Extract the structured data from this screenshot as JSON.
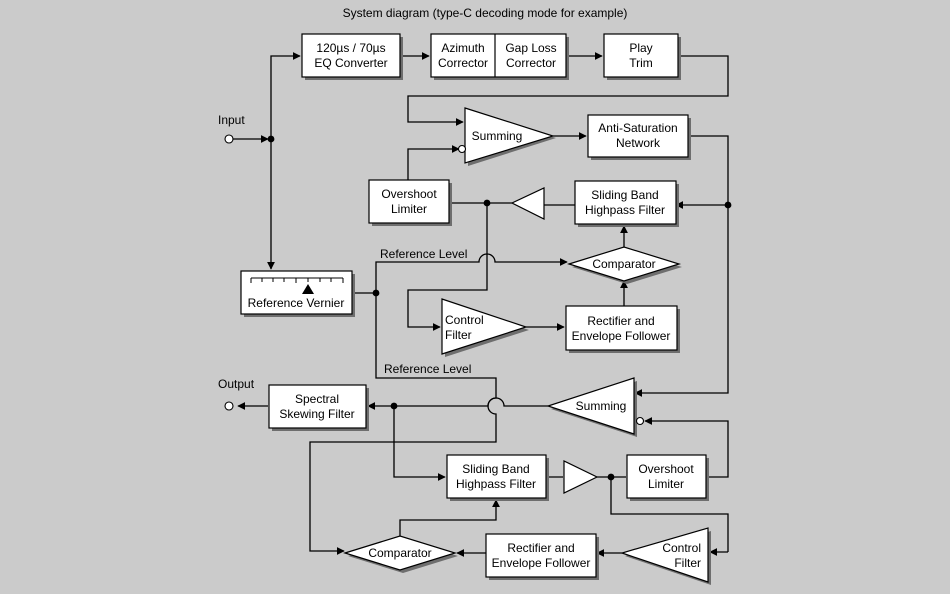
{
  "title": "System diagram (type-C decoding mode for example)",
  "io": {
    "input": "Input",
    "output": "Output"
  },
  "blocks": {
    "eq_converter": [
      "120µs / 70µs",
      "EQ Converter"
    ],
    "azimuth_corrector": [
      "Azimuth",
      "Corrector"
    ],
    "gap_loss_corrector": [
      "Gap Loss",
      "Corrector"
    ],
    "play_trim": [
      "Play",
      "Trim"
    ],
    "summing_top": [
      "Summing"
    ],
    "anti_saturation": [
      "Anti-Saturation",
      "Network"
    ],
    "overshoot_limiter_top": [
      "Overshoot",
      "Limiter"
    ],
    "sliding_band_top": [
      "Sliding Band",
      "Highpass Filter"
    ],
    "comparator_top": [
      "Comparator"
    ],
    "control_filter_top": [
      "Control",
      "Filter"
    ],
    "rectifier_top": [
      "Rectifier and",
      "Envelope Follower"
    ],
    "reference_vernier": [
      "Reference Vernier"
    ],
    "summing_bottom": [
      "Summing"
    ],
    "spectral_skewing": [
      "Spectral",
      "Skewing Filter"
    ],
    "sliding_band_bottom": [
      "Sliding Band",
      "Highpass Filter"
    ],
    "overshoot_limiter_bottom": [
      "Overshoot",
      "Limiter"
    ],
    "comparator_bottom": [
      "Comparator"
    ],
    "rectifier_bottom": [
      "Rectifier and",
      "Envelope Follower"
    ],
    "control_filter_bottom": [
      "Control",
      "Filter"
    ]
  },
  "labels": {
    "reference_level_top": "Reference Level",
    "reference_level_bottom": "Reference Level"
  }
}
